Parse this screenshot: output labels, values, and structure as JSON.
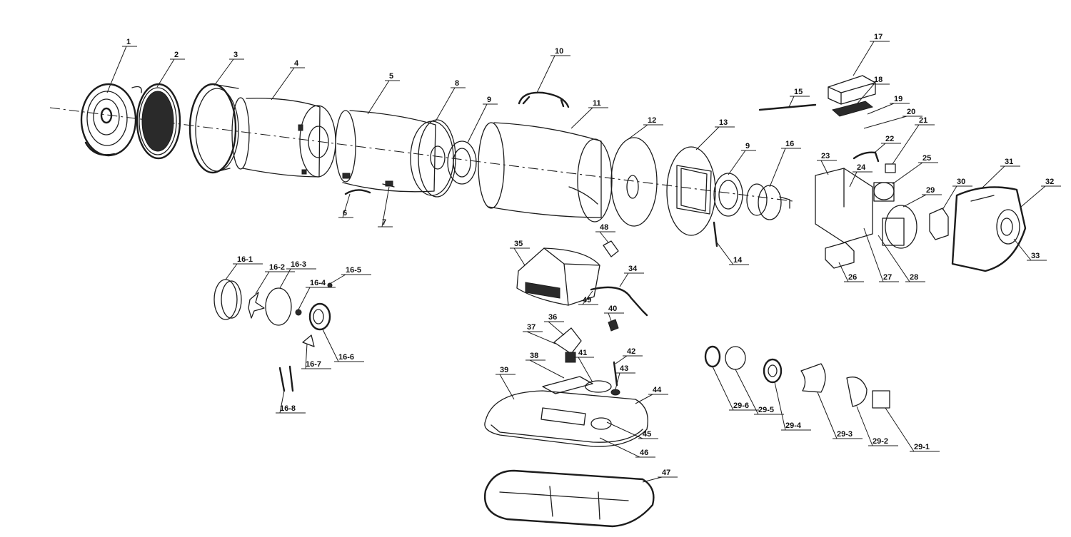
{
  "labels": [
    {
      "id": "p1",
      "text": "1"
    },
    {
      "id": "p2",
      "text": "2"
    },
    {
      "id": "p3",
      "text": "3"
    },
    {
      "id": "p4",
      "text": "4"
    },
    {
      "id": "p5",
      "text": "5"
    },
    {
      "id": "p6",
      "text": "6"
    },
    {
      "id": "p7",
      "text": "7"
    },
    {
      "id": "p8",
      "text": "8"
    },
    {
      "id": "p9a",
      "text": "9"
    },
    {
      "id": "p10",
      "text": "10"
    },
    {
      "id": "p11",
      "text": "11"
    },
    {
      "id": "p12",
      "text": "12"
    },
    {
      "id": "p13",
      "text": "13"
    },
    {
      "id": "p9b",
      "text": "9"
    },
    {
      "id": "p14",
      "text": "14"
    },
    {
      "id": "p15",
      "text": "15"
    },
    {
      "id": "p16",
      "text": "16"
    },
    {
      "id": "p17",
      "text": "17"
    },
    {
      "id": "p18",
      "text": "18"
    },
    {
      "id": "p19",
      "text": "19"
    },
    {
      "id": "p20",
      "text": "20"
    },
    {
      "id": "p21",
      "text": "21"
    },
    {
      "id": "p22",
      "text": "22"
    },
    {
      "id": "p23",
      "text": "23"
    },
    {
      "id": "p24",
      "text": "24"
    },
    {
      "id": "p25",
      "text": "25"
    },
    {
      "id": "p26",
      "text": "26"
    },
    {
      "id": "p27",
      "text": "27"
    },
    {
      "id": "p28",
      "text": "28"
    },
    {
      "id": "p29",
      "text": "29"
    },
    {
      "id": "p30",
      "text": "30"
    },
    {
      "id": "p31",
      "text": "31"
    },
    {
      "id": "p32",
      "text": "32"
    },
    {
      "id": "p33",
      "text": "33"
    },
    {
      "id": "p34",
      "text": "34"
    },
    {
      "id": "p35",
      "text": "35"
    },
    {
      "id": "p36",
      "text": "36"
    },
    {
      "id": "p37",
      "text": "37"
    },
    {
      "id": "p38",
      "text": "38"
    },
    {
      "id": "p39",
      "text": "39"
    },
    {
      "id": "p40",
      "text": "40"
    },
    {
      "id": "p41",
      "text": "41"
    },
    {
      "id": "p42",
      "text": "42"
    },
    {
      "id": "p43",
      "text": "43"
    },
    {
      "id": "p44",
      "text": "44"
    },
    {
      "id": "p45",
      "text": "45"
    },
    {
      "id": "p46",
      "text": "46"
    },
    {
      "id": "p47",
      "text": "47"
    },
    {
      "id": "p48",
      "text": "48"
    },
    {
      "id": "p49",
      "text": "49"
    },
    {
      "id": "p16_1",
      "text": "16-1"
    },
    {
      "id": "p16_2",
      "text": "16-2"
    },
    {
      "id": "p16_3",
      "text": "16-3"
    },
    {
      "id": "p16_4",
      "text": "16-4"
    },
    {
      "id": "p16_5",
      "text": "16-5"
    },
    {
      "id": "p16_6",
      "text": "16-6"
    },
    {
      "id": "p16_7",
      "text": "16-7"
    },
    {
      "id": "p16_8",
      "text": "16-8"
    },
    {
      "id": "p29_1",
      "text": "29-1"
    },
    {
      "id": "p29_2",
      "text": "29-2"
    },
    {
      "id": "p29_3",
      "text": "29-3"
    },
    {
      "id": "p29_4",
      "text": "29-4"
    },
    {
      "id": "p29_5",
      "text": "29-5"
    },
    {
      "id": "p29_6",
      "text": "29-6"
    }
  ]
}
